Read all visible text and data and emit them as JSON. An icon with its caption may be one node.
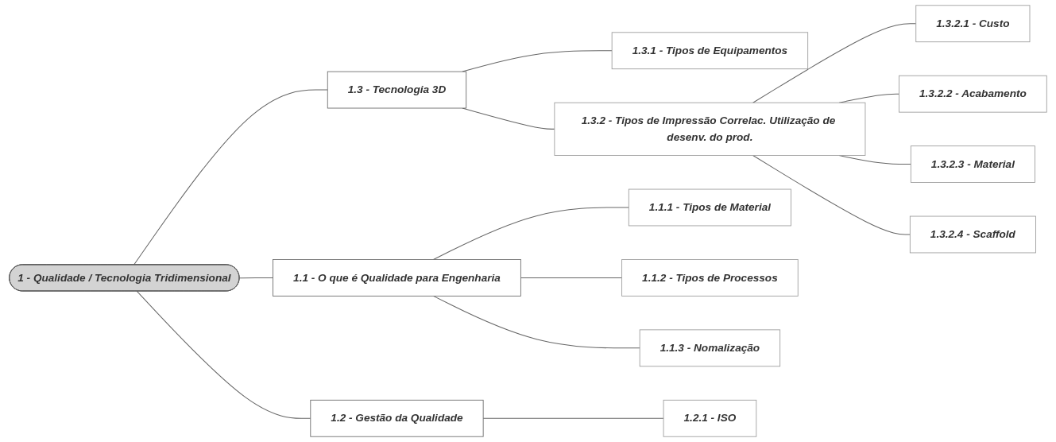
{
  "diagram": {
    "nodes": [
      {
        "text": [
          "1 - Qualidade / Tecnologia Tridimensional"
        ]
      },
      {
        "text": [
          "1.3 - Tecnologia 3D"
        ]
      },
      {
        "text": [
          "1.3.1 - Tipos de Equipamentos"
        ]
      },
      {
        "text": [
          "1.3.2 - Tipos de Impressão Correlac. Utilização de desenv. do prod."
        ]
      },
      {
        "text": [
          "1.3.2.1 - Custo"
        ]
      },
      {
        "text": [
          "1.3.2.2 - Acabamento"
        ]
      },
      {
        "text": [
          "1.3.2.3 - Material"
        ]
      },
      {
        "text": [
          "1.3.2.4 - Scaffold"
        ]
      },
      {
        "text": [
          "1.1 - O que é Qualidade para Engenharia"
        ]
      },
      {
        "text": [
          "1.1.1 - Tipos de Material"
        ]
      },
      {
        "text": [
          "1.1.2 - Tipos de Processos"
        ]
      },
      {
        "text": [
          "1.1.3 - Nomalização"
        ]
      },
      {
        "text": [
          "1.2 - Gestão da Qualidade"
        ]
      },
      {
        "text": [
          "1.2.1 - ISO"
        ]
      }
    ],
    "edges": [
      {
        "from": 0,
        "to": 1,
        "arrow": "none"
      },
      {
        "from": 1,
        "to": 2,
        "arrow": "none"
      },
      {
        "from": 1,
        "to": 3,
        "arrow": "none"
      },
      {
        "from": 3,
        "to": 4,
        "arrow": "none"
      },
      {
        "from": 3,
        "to": 5,
        "arrow": "none"
      },
      {
        "from": 3,
        "to": 6,
        "arrow": "none"
      },
      {
        "from": 3,
        "to": 7,
        "arrow": "none"
      },
      {
        "from": 0,
        "to": 8,
        "arrow": "none"
      },
      {
        "from": 8,
        "to": 9,
        "arrow": "none"
      },
      {
        "from": 8,
        "to": 10,
        "arrow": "none"
      },
      {
        "from": 8,
        "to": 11,
        "arrow": "none"
      },
      {
        "from": 0,
        "to": 12,
        "arrow": "none"
      },
      {
        "from": 12,
        "to": 13,
        "arrow": "none"
      }
    ]
  }
}
